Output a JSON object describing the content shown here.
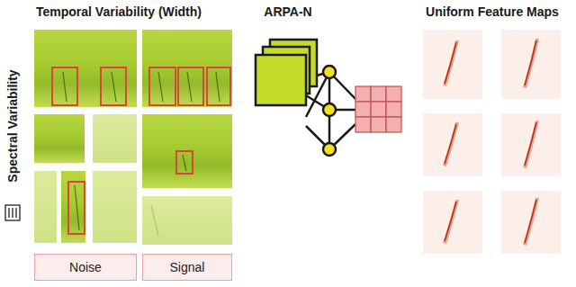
{
  "diagram": {
    "nodes": [
      {
        "text": [
          "Noise"
        ]
      },
      {
        "text": [
          "Signal"
        ]
      }
    ],
    "labels": [
      "Temporal Variability (Width)",
      "ARPA-N",
      "Uniform Feature Maps",
      "Spectral Variability"
    ]
  }
}
